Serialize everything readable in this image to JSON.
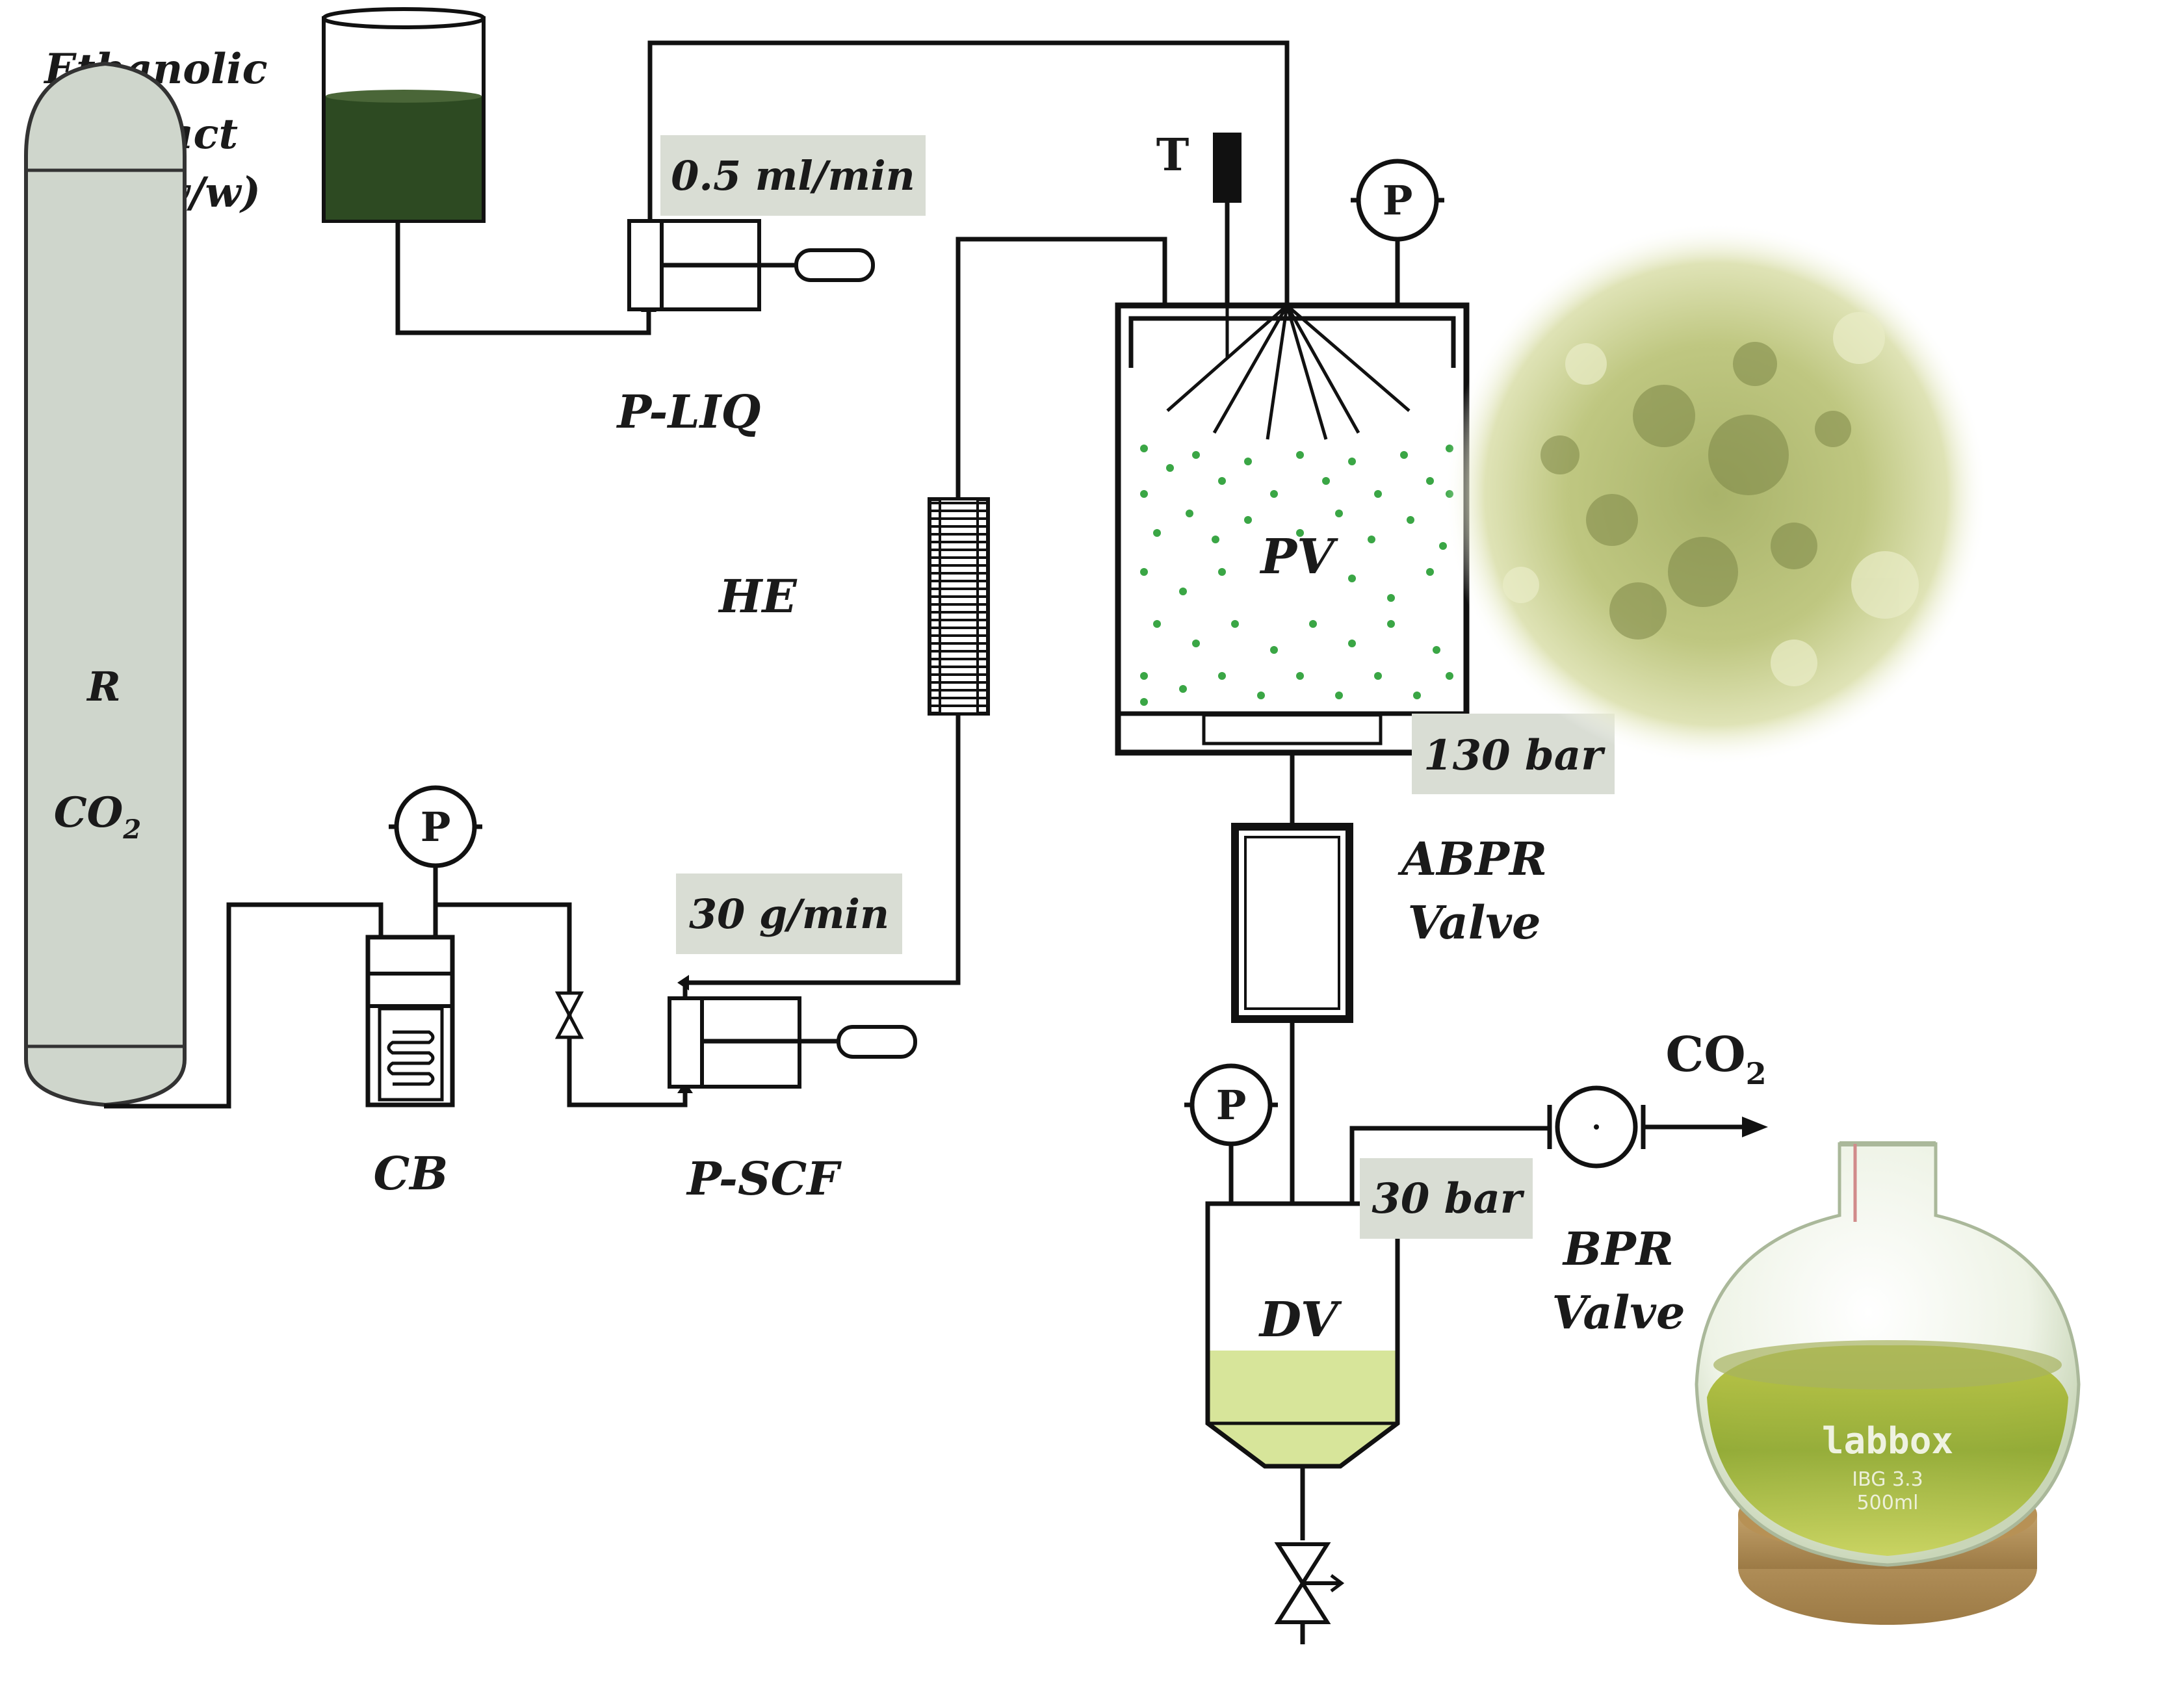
{
  "labels": {
    "ethanolic_line1": "Ethanolic",
    "ethanolic_line2": "extract",
    "ethanolic_line3": "3% (w/w)",
    "flow_liquid": "0.5 ml/min",
    "pump_liquid": "P-LIQ",
    "temperature": "T",
    "pressure_symbol": "P",
    "heat_exchanger": "HE",
    "reservoir_r": "R",
    "reservoir_co2": "CO",
    "reservoir_co2_sub": "2",
    "cooling_bath": "CB",
    "flow_scf": "30 g/min",
    "pump_scf": "P-SCF",
    "precipitation_vessel": "PV",
    "pressure_pv": "130 bar",
    "abpr_line1": "ABPR",
    "abpr_line2": "Valve",
    "co2_out": "CO",
    "co2_out_sub": "2",
    "pressure_dv": "30 bar",
    "bpr_line1": "BPR",
    "bpr_line2": "Valve",
    "depressurization_vessel": "DV",
    "flask_brand": "labbox",
    "flask_mark1": "IBG 3.3",
    "flask_mark2": "500ml"
  },
  "colors": {
    "extract_liquid": "#2d4a22",
    "reservoir_fill": "#cfd6cc",
    "product_liquid": "#d7e59a",
    "particles": "#3aa645",
    "powder": "#b9c27a",
    "tag_background": "#d9ddd4"
  }
}
